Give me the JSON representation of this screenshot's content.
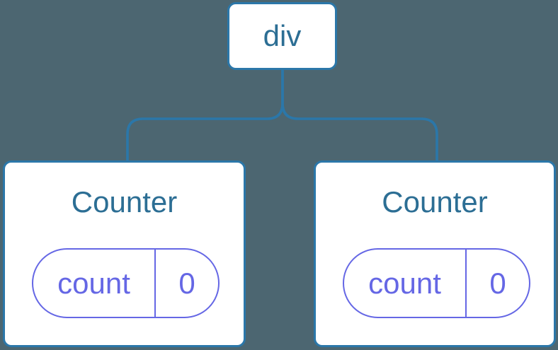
{
  "diagram": {
    "type": "react-component-tree",
    "root": {
      "label": "div"
    },
    "children": [
      {
        "name": "Counter",
        "state": [
          {
            "key": "count",
            "value": "0"
          }
        ]
      },
      {
        "name": "Counter",
        "state": [
          {
            "key": "count",
            "value": "0"
          }
        ]
      }
    ],
    "colors": {
      "background": "#4c6671",
      "node_border": "#2b77a9",
      "node_background": "#ffffff",
      "node_label": "#2c6e94",
      "connector": "#2b77a9",
      "state_accent": "#6567e5"
    }
  }
}
